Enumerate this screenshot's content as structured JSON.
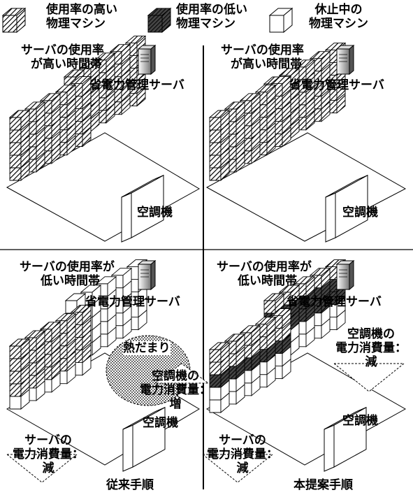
{
  "legend": {
    "high": [
      "使用率の高い",
      "物理マシン"
    ],
    "low": [
      "使用率の低い",
      "物理マシン"
    ],
    "idle": [
      "休止中の",
      "物理マシン"
    ]
  },
  "panels": {
    "top_left": {
      "time_label": [
        "サーバの使用率",
        "が高い時間帯"
      ],
      "manager": "省電力管理サーバ",
      "aircon": "空調機"
    },
    "top_right": {
      "time_label": [
        "サーバの使用率",
        "が高い時間帯"
      ],
      "manager": "省電力管理サーバ",
      "aircon": "空調機"
    },
    "bottom_left": {
      "time_label": [
        "サーバの使用率が",
        "低い時間帯"
      ],
      "manager": "省電力管理サーバ",
      "heat": "熱だまり",
      "aircon_power": [
        "空調機の",
        "電力消費量：",
        "増"
      ],
      "aircon": "空調機",
      "server_power": [
        "サーバの",
        "電力消費量：",
        "減"
      ],
      "caption": "従来手順"
    },
    "bottom_right": {
      "time_label": [
        "サーバの使用率が",
        "低い時間帯"
      ],
      "manager": "省電力管理サーバ",
      "aircon_power": [
        "空調機の",
        "電力消費量：",
        "減"
      ],
      "aircon": "空調機",
      "server_power": [
        "サーバの",
        "電力消費量：",
        "減"
      ],
      "caption": "本提案手順"
    }
  }
}
